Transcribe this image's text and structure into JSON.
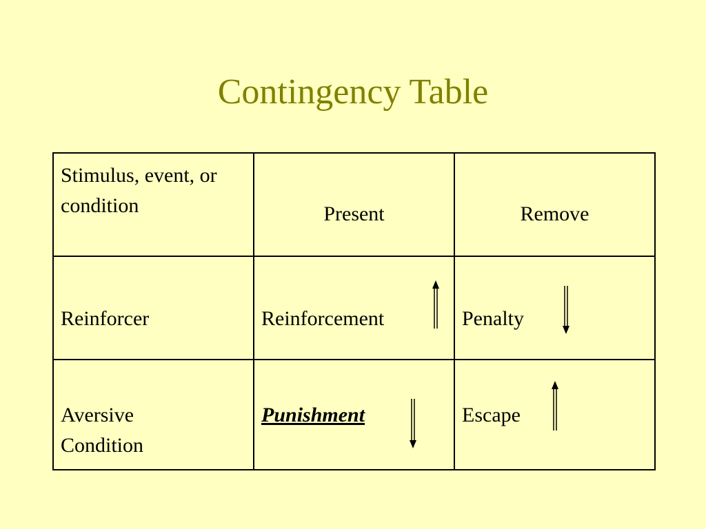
{
  "title": "Contingency Table",
  "table": {
    "header": {
      "corner": "Stimulus, event, or condition",
      "col_present": "Present",
      "col_remove": "Remove"
    },
    "rows": [
      {
        "label": "Reinforcer",
        "present": "Reinforcement",
        "present_arrow": "up",
        "remove": "Penalty",
        "remove_arrow": "down"
      },
      {
        "label_line1": "Aversive",
        "label_line2": "Condition",
        "present": "Punishment",
        "present_arrow": "down",
        "remove": "Escape",
        "remove_arrow": "up"
      }
    ]
  },
  "colors": {
    "background": "#ffffc1",
    "title": "#808000",
    "text": "#000000"
  },
  "icons": [
    "up-arrow-icon",
    "down-arrow-icon"
  ]
}
